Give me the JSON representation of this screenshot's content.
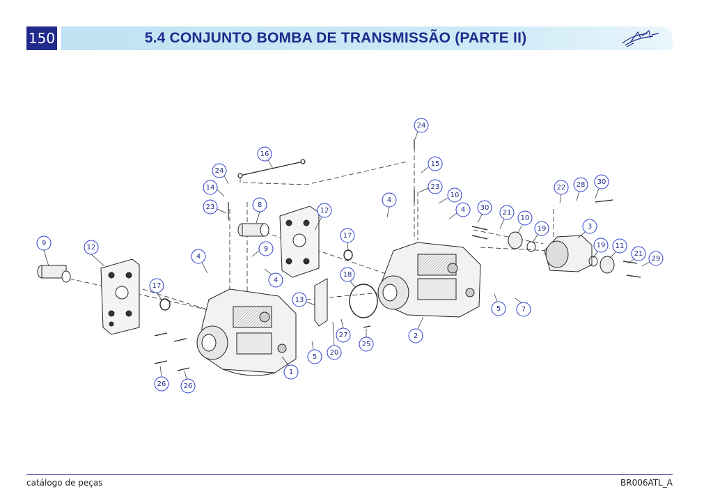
{
  "header": {
    "page_number": "150",
    "title": "5.4 CONJUNTO BOMBA DE TRANSMISSÃO (PARTE II)"
  },
  "footer": {
    "left": "catálogo de peças",
    "right": "BR006ATL_A"
  },
  "colors": {
    "brand_blue": "#1f2a8c",
    "title_band": "#cdeaf7",
    "callout_border": "#2b3bd0"
  },
  "callouts": [
    "9",
    "12",
    "17",
    "4",
    "9",
    "4",
    "8",
    "24",
    "14",
    "23",
    "16",
    "12",
    "17",
    "13",
    "18",
    "20",
    "27",
    "25",
    "5",
    "1",
    "26",
    "26",
    "24",
    "15",
    "23",
    "4",
    "10",
    "4",
    "2",
    "5",
    "7",
    "30",
    "21",
    "10",
    "19",
    "22",
    "28",
    "30",
    "3",
    "19",
    "11",
    "21",
    "29"
  ]
}
